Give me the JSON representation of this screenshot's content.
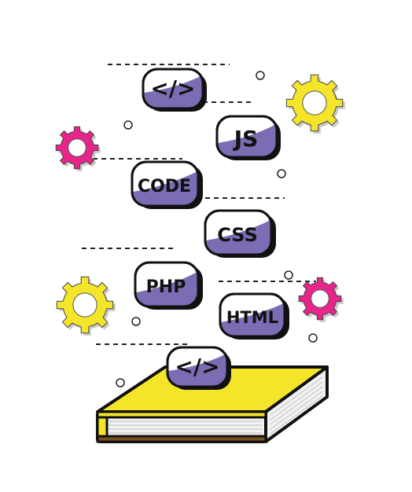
{
  "tags": [
    {
      "id": "tag-code-symbol-top",
      "label": "</>"
    },
    {
      "id": "tag-js",
      "label": "JS"
    },
    {
      "id": "tag-code",
      "label": "CODE"
    },
    {
      "id": "tag-css",
      "label": "CSS"
    },
    {
      "id": "tag-php",
      "label": "PHP"
    },
    {
      "id": "tag-html",
      "label": "HTML"
    },
    {
      "id": "tag-code-symbol-bottom",
      "label": "</>"
    }
  ],
  "colors": {
    "purple": "#7b6cb4",
    "yellow": "#f5e52a",
    "pink": "#e8258a",
    "outline": "#111111",
    "book_cover": "#f5e52a",
    "book_spine_band": "#7a4f1f",
    "pages": "#f2f2f2"
  },
  "icons": [
    "gear-icon",
    "book-icon",
    "code-symbol-icon"
  ]
}
